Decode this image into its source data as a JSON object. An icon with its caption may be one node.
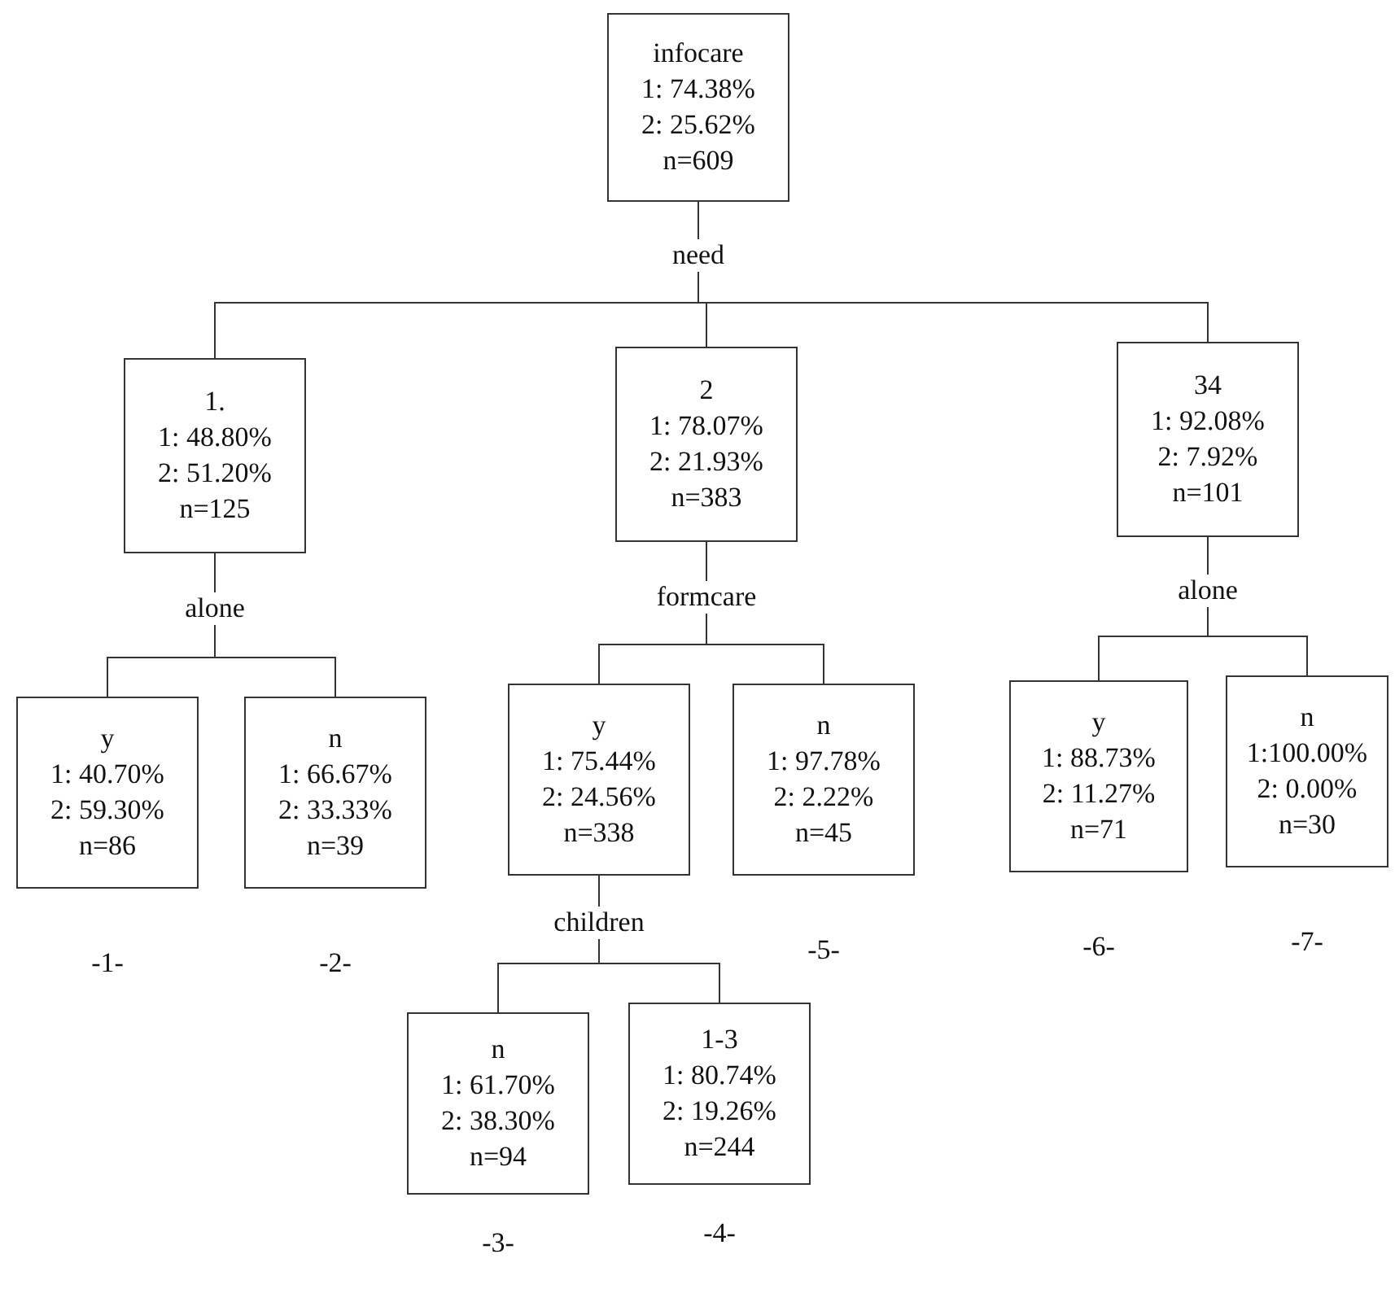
{
  "diagram": {
    "nodes": [
      {
        "text": [
          "infocare",
          "1: 74.38%",
          "2: 25.62%",
          "n=609"
        ],
        "beside": [
          "need"
        ]
      },
      {
        "text": [
          "1.",
          "1: 48.80%",
          "2: 51.20%",
          "n=125"
        ],
        "beside": [
          "alone"
        ]
      },
      {
        "text": [
          "2",
          "1: 78.07%",
          "2: 21.93%",
          "n=383"
        ],
        "beside": [
          "formcare"
        ]
      },
      {
        "text": [
          "34",
          "1: 92.08%",
          "2: 7.92%",
          "n=101"
        ],
        "beside": [
          "alone"
        ]
      },
      {
        "text": [
          "y",
          "1: 40.70%",
          "2: 59.30%",
          "n=86"
        ],
        "beside": [
          "-1-"
        ]
      },
      {
        "text": [
          "n",
          "1: 66.67%",
          "2: 33.33%",
          "n=39"
        ],
        "beside": [
          "-2-"
        ]
      },
      {
        "text": [
          "y",
          "1: 75.44%",
          "2: 24.56%",
          "n=338"
        ],
        "beside": [
          "children"
        ]
      },
      {
        "text": [
          "n",
          "1: 97.78%",
          "2: 2.22%",
          "n=45"
        ],
        "beside": [
          "-5-"
        ]
      },
      {
        "text": [
          "y",
          "1: 88.73%",
          "2: 11.27%",
          "n=71"
        ],
        "beside": [
          "-6-"
        ]
      },
      {
        "text": [
          "n",
          "1:100.00%",
          "2: 0.00%",
          "n=30"
        ],
        "beside": [
          "-7-"
        ]
      },
      {
        "text": [
          "n",
          "1: 61.70%",
          "2: 38.30%",
          "n=94"
        ],
        "beside": [
          "-3-"
        ]
      },
      {
        "text": [
          "1-3",
          "1: 80.74%",
          "2: 19.26%",
          "n=244"
        ],
        "beside": [
          "-4-"
        ]
      }
    ],
    "edges": [
      {
        "from": 0,
        "to": 1,
        "arrow": "none"
      },
      {
        "from": 0,
        "to": 2,
        "arrow": "none"
      },
      {
        "from": 0,
        "to": 3,
        "arrow": "none"
      },
      {
        "from": 1,
        "to": 4,
        "arrow": "none"
      },
      {
        "from": 1,
        "to": 5,
        "arrow": "none"
      },
      {
        "from": 2,
        "to": 6,
        "arrow": "none"
      },
      {
        "from": 2,
        "to": 7,
        "arrow": "none"
      },
      {
        "from": 3,
        "to": 8,
        "arrow": "none"
      },
      {
        "from": 3,
        "to": 9,
        "arrow": "none"
      },
      {
        "from": 6,
        "to": 10,
        "arrow": "none"
      },
      {
        "from": 6,
        "to": 11,
        "arrow": "none"
      }
    ]
  }
}
